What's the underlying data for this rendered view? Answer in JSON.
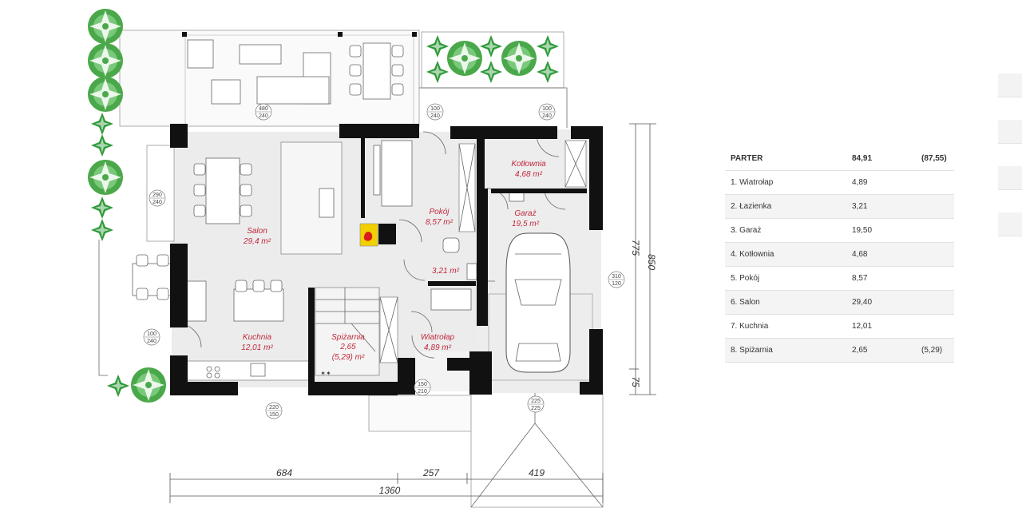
{
  "rooms": [
    {
      "name": "Salon",
      "area": "29,4 m²"
    },
    {
      "name": "Kuchnia",
      "area": "12,01 m²"
    },
    {
      "name": "Spiżarnia",
      "area": "2,65",
      "area2": "(5,29) m²"
    },
    {
      "name": "Wiatrołap",
      "area": "4,89 m²"
    },
    {
      "name": "Pokój",
      "area": "8,57 m²"
    },
    {
      "name": "",
      "area": "3,21 m²"
    },
    {
      "name": "Kotłownia",
      "area": "4,68 m²"
    },
    {
      "name": "Garaż",
      "area": "19,5 m²"
    }
  ],
  "windows": [
    {
      "w": "480",
      "h": "240"
    },
    {
      "w": "100",
      "h": "240"
    },
    {
      "w": "100",
      "h": "240"
    },
    {
      "w": "290",
      "h": "240"
    },
    {
      "w": "310",
      "h": "120"
    },
    {
      "w": "100",
      "h": "240"
    },
    {
      "w": "220",
      "h": "150"
    },
    {
      "w": "150",
      "h": "210"
    },
    {
      "w": "225",
      "h": "225"
    }
  ],
  "dimensions": {
    "bottom_segments": [
      "684",
      "257",
      "419"
    ],
    "bottom_total": "1360",
    "right_775": "775",
    "right_850": "850",
    "right_75": "75"
  },
  "table": {
    "header": {
      "label": "PARTER",
      "area": "84,91",
      "area2": "(87,55)"
    },
    "rows": [
      {
        "label": "1. Wiatrołap",
        "area": "4,89",
        "area2": ""
      },
      {
        "label": "2. Łazienka",
        "area": "3,21",
        "area2": ""
      },
      {
        "label": "3. Garaż",
        "area": "19,50",
        "area2": ""
      },
      {
        "label": "4. Kotłownia",
        "area": "4,68",
        "area2": ""
      },
      {
        "label": "5. Pokój",
        "area": "8,57",
        "area2": ""
      },
      {
        "label": "6. Salon",
        "area": "29,40",
        "area2": ""
      },
      {
        "label": "7. Kuchnia",
        "area": "12,01",
        "area2": ""
      },
      {
        "label": "8. Spiżarnia",
        "area": "2,65",
        "area2": "(5,29)"
      }
    ]
  },
  "colors": {
    "room_label": "#c0283c",
    "wall": "#111111",
    "floor": "#ececec"
  },
  "icons": [
    "tree-icon",
    "stove-icon",
    "car-icon"
  ]
}
